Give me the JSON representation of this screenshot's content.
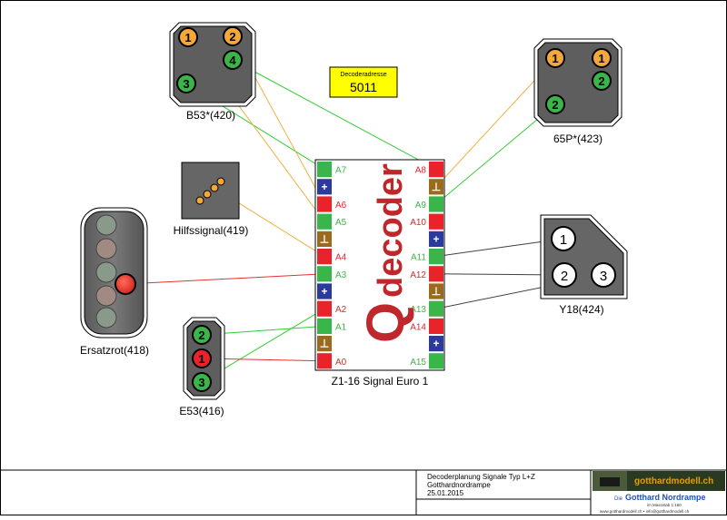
{
  "decoder": {
    "address_label": "Decoderadresse",
    "address_value": "5011",
    "brand": "decoder",
    "brand_initial": "Q",
    "name": "Z1-16 Signal Euro 1"
  },
  "ports_left": [
    {
      "label": "A7",
      "color": "green"
    },
    {
      "label": "+",
      "color": "blue"
    },
    {
      "label": "A6",
      "color": "red"
    },
    {
      "label": "A5",
      "color": "green"
    },
    {
      "label": "⊥",
      "color": "brown"
    },
    {
      "label": "A4",
      "color": "red"
    },
    {
      "label": "A3",
      "color": "green"
    },
    {
      "label": "+",
      "color": "blue"
    },
    {
      "label": "A2",
      "color": "red"
    },
    {
      "label": "A1",
      "color": "green"
    },
    {
      "label": "⊥",
      "color": "brown"
    },
    {
      "label": "A0",
      "color": "red"
    }
  ],
  "ports_right": [
    {
      "label": "A8",
      "color": "red"
    },
    {
      "label": "⊥",
      "color": "brown"
    },
    {
      "label": "A9",
      "color": "green"
    },
    {
      "label": "A10",
      "color": "red"
    },
    {
      "label": "+",
      "color": "blue"
    },
    {
      "label": "A11",
      "color": "green"
    },
    {
      "label": "A12",
      "color": "red"
    },
    {
      "label": "⊥",
      "color": "brown"
    },
    {
      "label": "A13",
      "color": "green"
    },
    {
      "label": "A14",
      "color": "red"
    },
    {
      "label": "+",
      "color": "blue"
    },
    {
      "label": "A15",
      "color": "green"
    }
  ],
  "signals": {
    "b53": {
      "label": "B53*(420)",
      "lamps": [
        "1",
        "2",
        "4",
        "3"
      ]
    },
    "p65": {
      "label": "65P*(423)",
      "lamps": [
        "1",
        "1",
        "2",
        "2"
      ]
    },
    "hilfs": {
      "label": "Hilfssignal(419)"
    },
    "ersatz": {
      "label": "Ersatzrot(418)"
    },
    "e53": {
      "label": "E53(416)",
      "lamps": [
        "2",
        "1",
        "3"
      ]
    },
    "y18": {
      "label": "Y18(424)",
      "lamps": [
        "1",
        "2",
        "3"
      ]
    }
  },
  "title_block": {
    "line1": "Decoderplanung Signale Typ L+Z",
    "line2": "Gotthardnordrampe",
    "line3": "25.01.2015",
    "logo_site": "gotthardmodell.ch",
    "logo_title_prefix": "Die",
    "logo_title": "Gotthard Nordrampe",
    "logo_scale": "im Massstab 1:160",
    "logo_contact": "www.gotthardmodell.ch • info@gotthardmodell.ch"
  },
  "colors": {
    "green": "#3ab54a",
    "red": "#e8232a",
    "blue": "#2b3a9c",
    "brown": "#9b6a1e",
    "orange": "#f5a83a",
    "wire_green": "#33cc33",
    "wire_orange": "#f0b040",
    "wire_red": "#e83030",
    "wire_dark": "#404040",
    "address_bg": "#ffff00",
    "brand": "#c0272d"
  }
}
